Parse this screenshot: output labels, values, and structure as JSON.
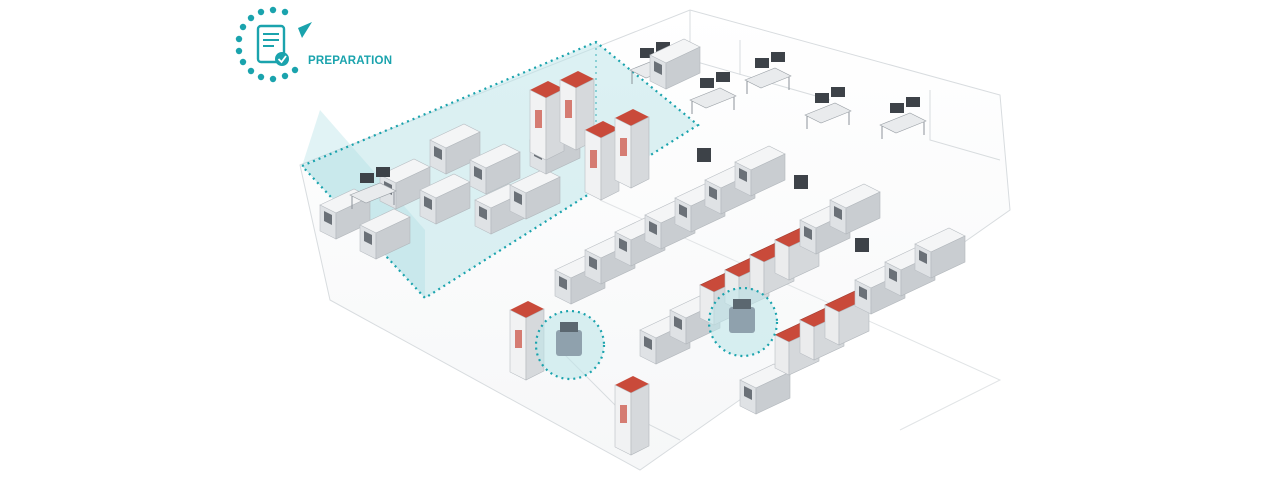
{
  "badge": {
    "label": "PREPARATION",
    "icon": "tablet-checklist-icon"
  },
  "colors": {
    "accent": "#1aa3ad",
    "zone_fill": "#bfe6ea",
    "machine_body": "#e6e8ea",
    "machine_top": "#f4f5f6",
    "machine_side": "#c9cdd1",
    "screen": "#4a4f55",
    "storage_tower": "#c94a3a"
  },
  "scene": {
    "description_icon": "smart-factory-floor-illustration",
    "highlighted_zones": [
      "preparation-area",
      "agv-left",
      "agv-center"
    ]
  }
}
